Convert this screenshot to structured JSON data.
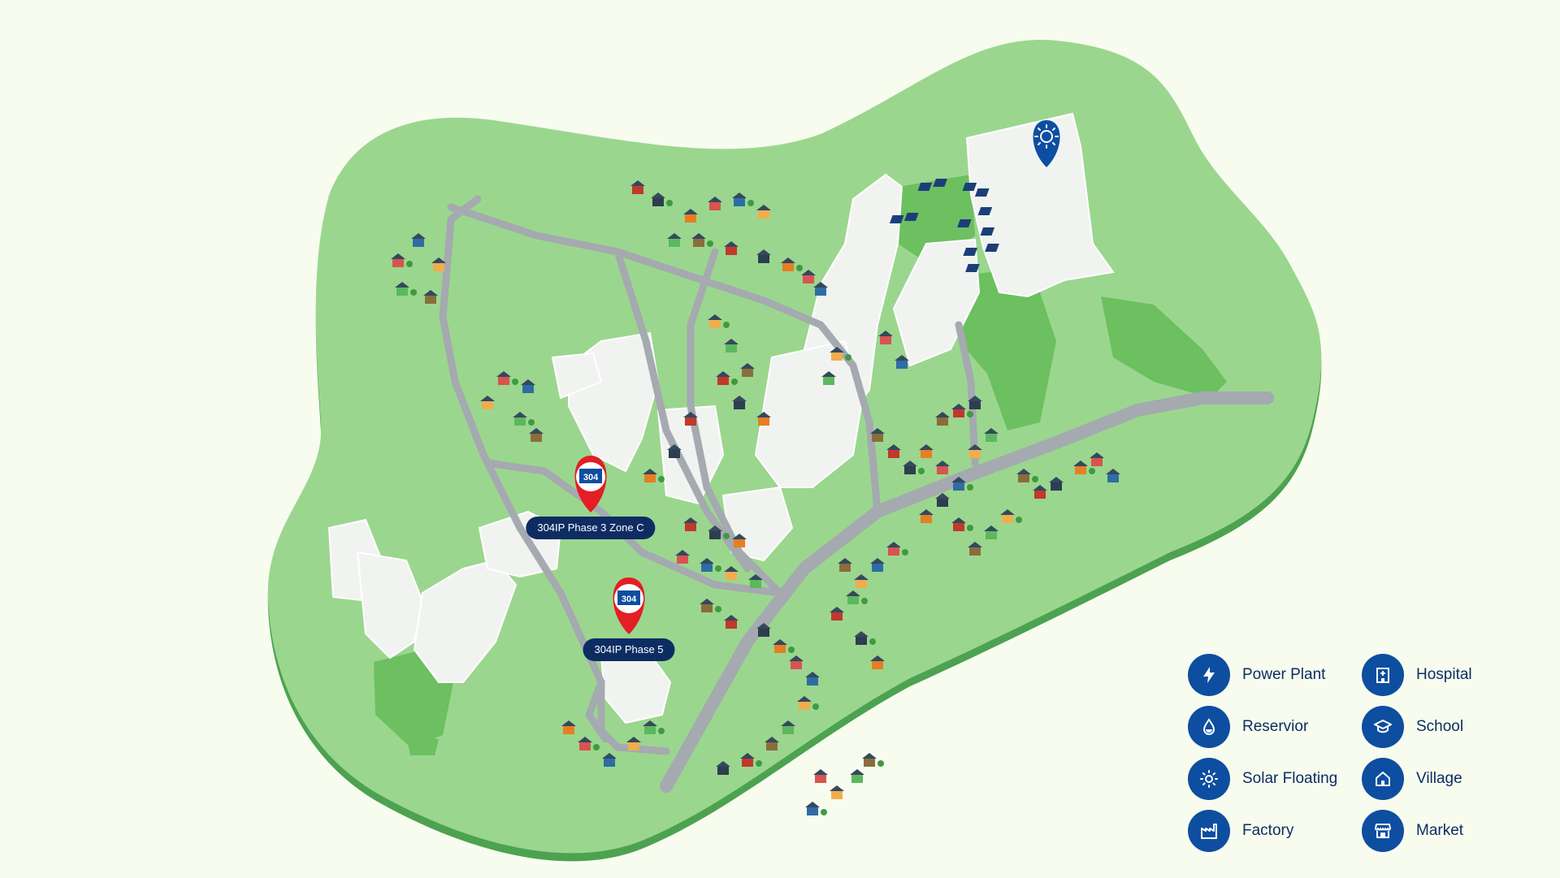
{
  "map": {
    "colors": {
      "background": "#f7fcef",
      "land": "#9bd68e",
      "land_edge": "#4da251",
      "forest": "#6cc05f",
      "developed_area": "#f1f3f1",
      "road": "#a5a9b0",
      "marker_red": "#e31e24",
      "marker_blue": "#0d4ea0",
      "label_bg": "#0d2d62"
    },
    "markers": [
      {
        "name": "304IP Phase 3 Zone C",
        "icon": "304-logo-pin-icon",
        "logo_text": "304"
      },
      {
        "name": "304IP Phase 5",
        "icon": "304-logo-pin-icon",
        "logo_text": "304"
      },
      {
        "name": "Solar Floating",
        "icon": "sun-pin-icon"
      }
    ]
  },
  "legend": {
    "items": [
      {
        "label": "Power Plant",
        "icon": "bolt-icon"
      },
      {
        "label": "Reservior",
        "icon": "water-drop-icon"
      },
      {
        "label": "Solar Floating",
        "icon": "sun-icon"
      },
      {
        "label": "Factory",
        "icon": "factory-icon"
      },
      {
        "label": "Hospital",
        "icon": "hospital-icon"
      },
      {
        "label": "School",
        "icon": "graduation-cap-icon"
      },
      {
        "label": "Village",
        "icon": "house-icon"
      },
      {
        "label": "Market",
        "icon": "market-icon"
      }
    ]
  }
}
